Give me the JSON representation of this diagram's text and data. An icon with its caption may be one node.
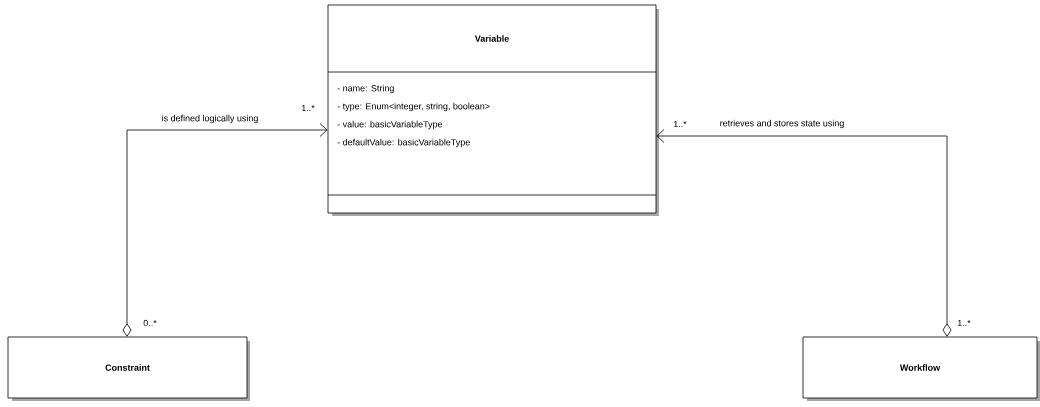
{
  "diagram": {
    "nodes": [
      {
        "text": [
          "Variable",
          "- name: String",
          "- type: Enum<integer, string, boolean>",
          "- value: basicVariableType",
          "- defaultValue: basicVariableType"
        ]
      },
      {
        "text": [
          "Constraint"
        ]
      },
      {
        "text": [
          "Workflow"
        ]
      }
    ],
    "edges": [
      {
        "from": 1,
        "to": 0,
        "arrow": "to",
        "label": "is defined logically using"
      },
      {
        "from": 2,
        "to": 0,
        "arrow": "to",
        "label": "retrieves and stores state using"
      }
    ],
    "labels": [
      "1..*",
      "0..*",
      "1..*",
      "1..*"
    ]
  }
}
